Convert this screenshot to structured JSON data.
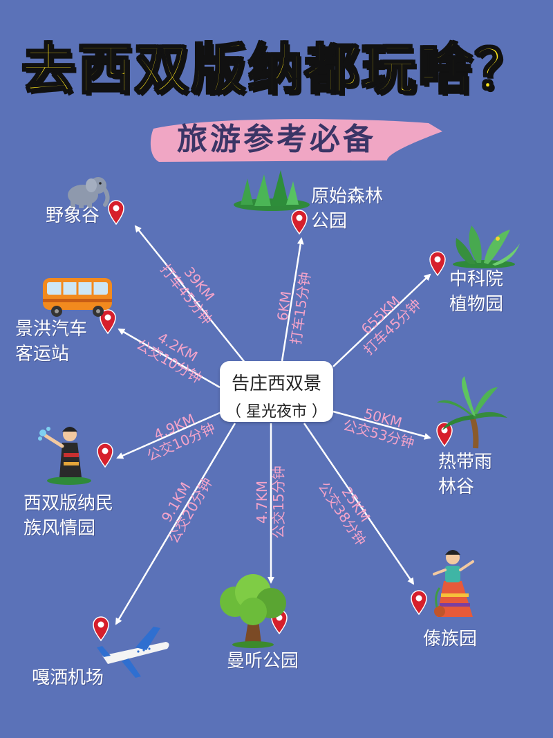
{
  "title": "去西双版纳都玩啥？",
  "subtitle": "旅游参考必备",
  "center": {
    "line1": "告庄西双景",
    "line2": "（ 星光夜市 ）"
  },
  "destinations": [
    {
      "id": "wild-elephant",
      "name_lines": [
        "野象谷"
      ],
      "distance": "39KM",
      "transport": "打车45分钟",
      "icon": "elephant-icon"
    },
    {
      "id": "primeval-forest",
      "name_lines": [
        "原始森林",
        "公园"
      ],
      "distance": "6KM",
      "transport": "打车15分钟",
      "icon": "forest-icon"
    },
    {
      "id": "botanical-garden",
      "name_lines": [
        "中科院",
        "植物园"
      ],
      "distance": "655KM",
      "transport": "打车45分钟",
      "icon": "plant-icon"
    },
    {
      "id": "bus-station",
      "name_lines": [
        "景洪汽车",
        "客运站"
      ],
      "distance": "4.2KM",
      "transport": "公交10分钟",
      "icon": "bus-icon"
    },
    {
      "id": "rainforest-valley",
      "name_lines": [
        "热带雨",
        "林谷"
      ],
      "distance": "50KM",
      "transport": "公交53分钟",
      "icon": "palm-tree-icon"
    },
    {
      "id": "ethnic-park",
      "name_lines": [
        "西双版纳民",
        "族风情园"
      ],
      "distance": "4.9KM",
      "transport": "公交10分钟",
      "icon": "ethnic-dancer-icon"
    },
    {
      "id": "airport",
      "name_lines": [
        "嘎洒机场"
      ],
      "distance": "9.1KM",
      "transport": "公交20分钟",
      "icon": "airplane-icon"
    },
    {
      "id": "manting-park",
      "name_lines": [
        "曼听公园"
      ],
      "distance": "4.7KM",
      "transport": "公交15分钟",
      "icon": "tree-icon"
    },
    {
      "id": "dai-park",
      "name_lines": [
        "傣族园"
      ],
      "distance": "25KM",
      "transport": "公交38分钟",
      "icon": "dai-woman-icon"
    }
  ],
  "colors": {
    "background": "#5b72b8",
    "title": "#ffe61a",
    "route_text": "#f3a3c9",
    "pin": "#d61f2c",
    "banner": "#f0a6c4"
  }
}
